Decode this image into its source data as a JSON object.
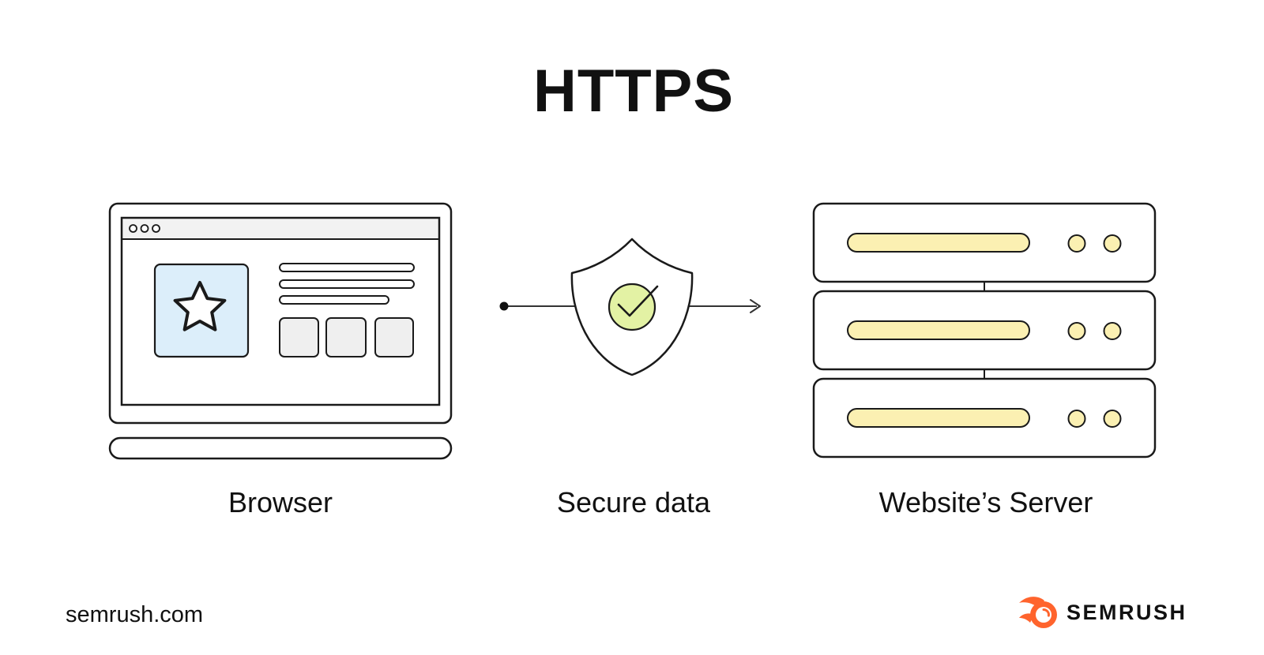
{
  "title": "HTTPS",
  "diagram": {
    "browser": {
      "label": "Browser"
    },
    "secure": {
      "label": "Secure data"
    },
    "server": {
      "label": "Website’s Server"
    }
  },
  "footer": {
    "site": "semrush.com",
    "brand": "SEMRUSH"
  },
  "colors": {
    "outline": "#1A1A1A",
    "arrow": "#333333",
    "light_blue": "#DCEEFA",
    "light_green": "#E3F2A4",
    "light_yellow": "#FBF0B2",
    "light_gray": "#EFEFEF",
    "bar_gray": "#F2F2F2",
    "brand_orange": "#FF642D",
    "text": "#111111"
  },
  "icons": {
    "browser": "browser-window-icon",
    "shield": "shield-check-icon",
    "server": "server-stack-icon",
    "arrow": "arrow-right-icon",
    "logo": "semrush-flame-icon"
  }
}
